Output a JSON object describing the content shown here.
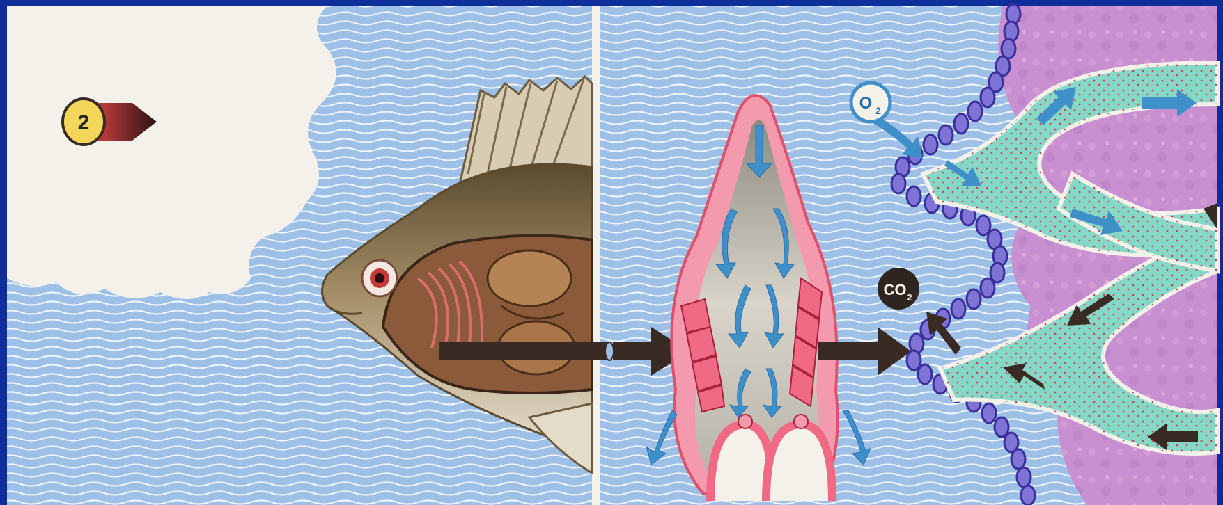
{
  "badge": {
    "number": "2"
  },
  "labels": {
    "oxygen": "O",
    "oxygen_sub": "2",
    "carbon_dioxide": "CO",
    "carbon_dioxide_sub": "2"
  },
  "colors": {
    "frame": "#0e2e9a",
    "water": "#9ec0e6",
    "wave_line": "#eef5ff",
    "paper": "#f4f1ea",
    "gill_pink": "#f39aae",
    "gill_red": "#e0506a",
    "cavity": "#c9c6bd",
    "flow_arrow": "#3f8fc8",
    "dark_arrow": "#3a2a24",
    "epithelium": "#7f74d6",
    "capillary": "#86d8c6",
    "tissue": "#c890d0",
    "badge_fill": "#f4d75a",
    "badge_tip": "#c53a3a"
  },
  "icons": {
    "badge": "number-badge-icon",
    "fish": "fish-anatomy-icon",
    "gill": "gill-cross-section-icon",
    "oxygen": "oxygen-bubble-icon",
    "carbon_dioxide": "carbon-dioxide-bubble-icon"
  }
}
